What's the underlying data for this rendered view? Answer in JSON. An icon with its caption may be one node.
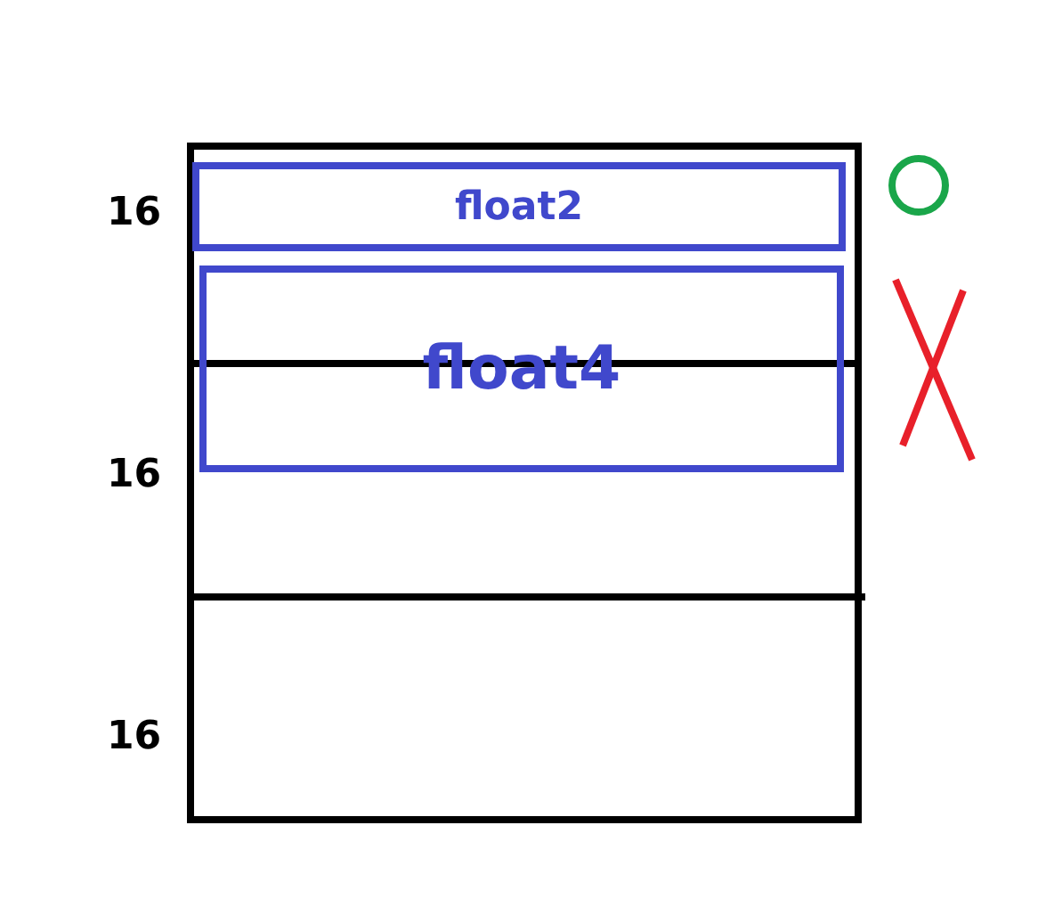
{
  "diagram": {
    "nodes": [
      {
        "text": [
          "float2"
        ]
      },
      {
        "text": [
          "float4"
        ]
      }
    ],
    "labels": [
      "16",
      "16",
      "16"
    ]
  }
}
